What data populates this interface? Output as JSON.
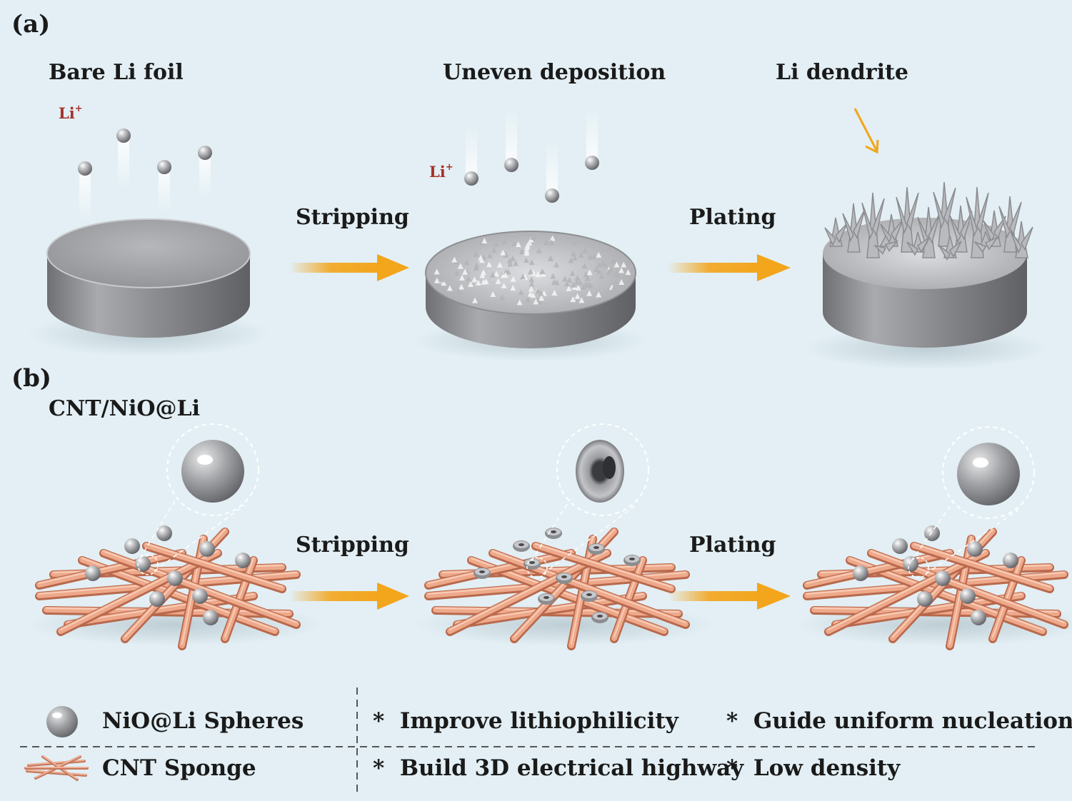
{
  "panel_a": {
    "label": "(a)",
    "titles": [
      "Bare Li foil",
      "Uneven deposition",
      "Li dendrite"
    ],
    "li_ion": "Li",
    "li_ion_charge": "+",
    "arrow_labels": [
      "Stripping",
      "Plating"
    ]
  },
  "panel_b": {
    "label": "(b)",
    "title": "CNT/NiO@Li",
    "arrow_labels": [
      "Stripping",
      "Plating"
    ]
  },
  "legend": {
    "items": [
      "NiO@Li Spheres",
      "CNT Sponge"
    ]
  },
  "features": {
    "bullet": "*",
    "items": [
      "Improve lithiophilicity",
      "Guide uniform nucleation",
      "Build 3D electrical highway",
      "Low density"
    ]
  },
  "colors": {
    "background": "#e3eff4",
    "arrow": "#f3a51b",
    "li_metal": "#8c8d90",
    "cnt": "#e59a7c",
    "li_ion_text": "#a5322a",
    "dashed_line": "#555555"
  },
  "icons": [
    "arrow-right-icon",
    "sphere-icon",
    "cnt-sponge-icon",
    "dendrite-arrow-icon"
  ]
}
